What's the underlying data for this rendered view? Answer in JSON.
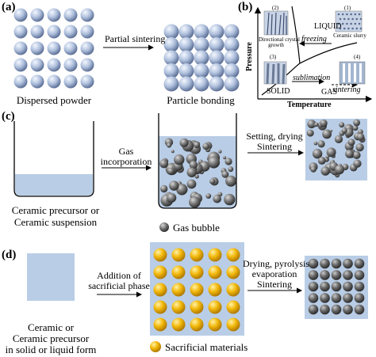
{
  "panels": {
    "a": "(a)",
    "b": "(b)",
    "c": "(c)",
    "d": "(d)"
  },
  "a": {
    "step": "Partial sintering",
    "left_caption": "Dispersed powder",
    "right_caption": "Particle bonding"
  },
  "b": {
    "ylabel": "Pressure",
    "xlabel": "Temperature",
    "phase_liquid": "LIQUID",
    "phase_solid": "SOLID",
    "phase_gas": "GAS",
    "freezing": "freezing",
    "sublimation": "sublimation",
    "sintering": "sintering",
    "n1": "(1)",
    "n2": "(2)",
    "n3": "(3)",
    "n4": "(4)",
    "inset1": "Ceramic slurry",
    "inset2_line1": "Directional crystal",
    "inset2_line2": "growth"
  },
  "c": {
    "left_caption_1": "Ceramic precursor or",
    "left_caption_2": "Ceramic suspension",
    "step1_line1": "Gas",
    "step1_line2": "incorporation",
    "step2_line1": "Setting, drying",
    "step2_line2": "Sintering",
    "legend": "Gas bubble"
  },
  "d": {
    "left_caption_1": "Ceramic or",
    "left_caption_2": "Ceramic precursor",
    "left_caption_3": "in solid or liquid form",
    "step1_line1": "Addition of",
    "step1_line2": "sacrificial phase",
    "step2_line1": "Drying, pyrolysis",
    "step2_line2": "evaporation",
    "step2_line3": "Sintering",
    "legend": "Sacrificial materials"
  },
  "colors": {
    "ceramic_blue": "#b9cde6",
    "sphere_light": "#e6eefb",
    "sphere_dark": "#6c7fa3",
    "bubble_dark": "#4a4a4a",
    "gold": "#f2b705"
  }
}
